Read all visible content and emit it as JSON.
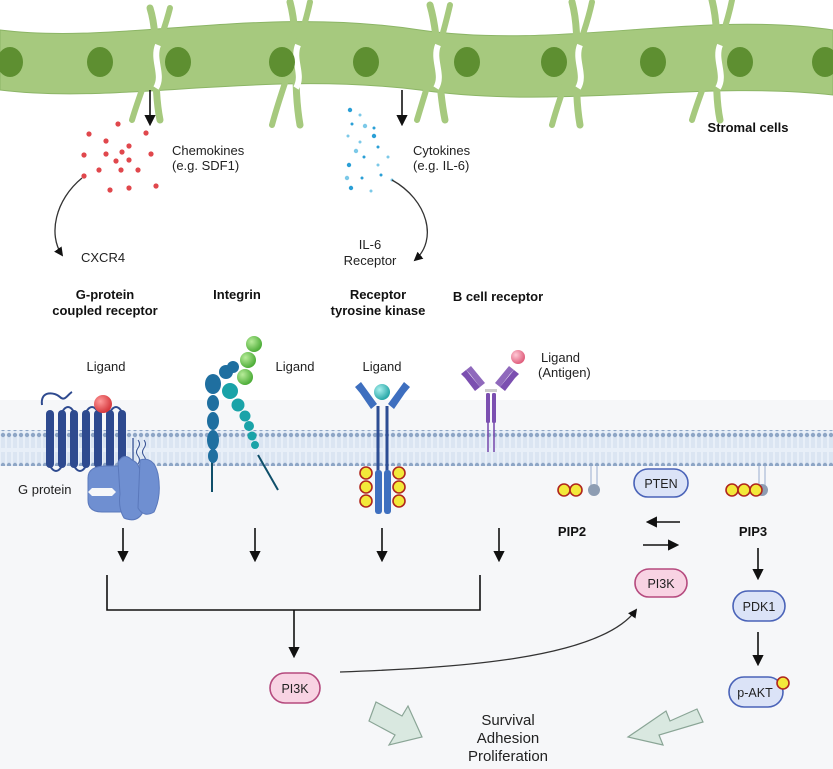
{
  "diagram": {
    "stroma": {
      "label": "Stromal cells"
    },
    "secreted": [
      {
        "name": "Chemokines",
        "example": "(e.g. SDF1)",
        "receptor": "CXCR4",
        "color": "#e0474c"
      },
      {
        "name": "Cytokines",
        "example": "(e.g. IL-6)",
        "receptor_line1": "IL-6",
        "receptor_line2": "Receptor",
        "color": "#2a9fd6"
      }
    ],
    "receptors": [
      {
        "title_line1": "G-protein",
        "title_line2": "coupled receptor",
        "ligand": "Ligand",
        "extra": "G protein"
      },
      {
        "title_line1": "Integrin",
        "ligand": "Ligand"
      },
      {
        "title_line1": "Receptor",
        "title_line2": "tyrosine kinase",
        "ligand": "Ligand"
      },
      {
        "title_line1": "B cell receptor",
        "ligand_line1": "Ligand",
        "ligand_line2": "(Antigen)"
      }
    ],
    "lipids": {
      "pip2": "PIP2",
      "pip3": "PIP3"
    },
    "nodes": {
      "pten": "PTEN",
      "pi3k_right": "PI3K",
      "pi3k_center": "PI3K",
      "pdk1": "PDK1",
      "pakt": "p-AKT"
    },
    "outcomes": [
      "Survival",
      "Adhesion",
      "Proliferation"
    ],
    "colors": {
      "cell_fill": "#a6c97e",
      "cell_stroke": "#8cb566",
      "nucleus": "#5e8f31",
      "membrane": "#9fb4cf",
      "membrane_bg": "#e7eef7",
      "cytoplasm": "#f7f8fa",
      "gpcr": "#2e4a8f",
      "gprotein": "#6f8fd1",
      "integrin_a": "#1f6fa0",
      "integrin_b": "#1aa3a8",
      "integrin_ligand": "#6cc24a",
      "rtk": "#3e6fbf",
      "rtk_ligand": "#36b5b5",
      "bcr": "#7b4fb0",
      "antigen": "#e8788f",
      "phosphate_fill": "#f3e93a",
      "phosphate_stroke": "#b0271d",
      "blue_node_fill": "#dbe3f7",
      "blue_node_stroke": "#4a63b8",
      "pink_node_fill": "#f8d3e3",
      "pink_node_stroke": "#b54a7e",
      "fat_arrow_fill": "#d9e8e0",
      "fat_arrow_stroke": "#8aa596"
    }
  }
}
